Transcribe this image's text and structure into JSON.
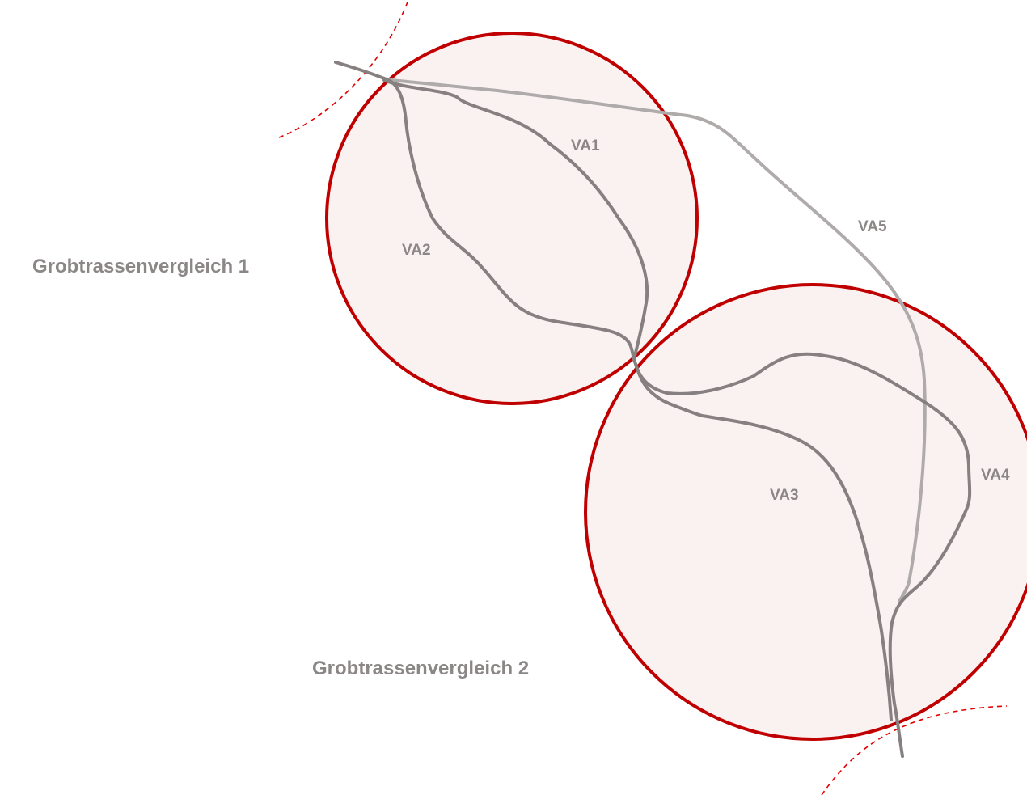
{
  "comparisons": [
    {
      "id": "c1",
      "label": "Grobtrassenvergleich 1"
    },
    {
      "id": "c2",
      "label": "Grobtrassenvergleich 2"
    }
  ],
  "variants": [
    {
      "id": "va1",
      "label": "VA1"
    },
    {
      "id": "va2",
      "label": "VA2"
    },
    {
      "id": "va3",
      "label": "VA3"
    },
    {
      "id": "va4",
      "label": "VA4"
    },
    {
      "id": "va5",
      "label": "VA5"
    }
  ],
  "colors": {
    "circle_stroke": "#c00000",
    "circle_fill": "#f9eeee",
    "route_dark": "#878080",
    "route_light": "#b0abab",
    "boundary": "#e00000",
    "text": "#8c8787"
  }
}
